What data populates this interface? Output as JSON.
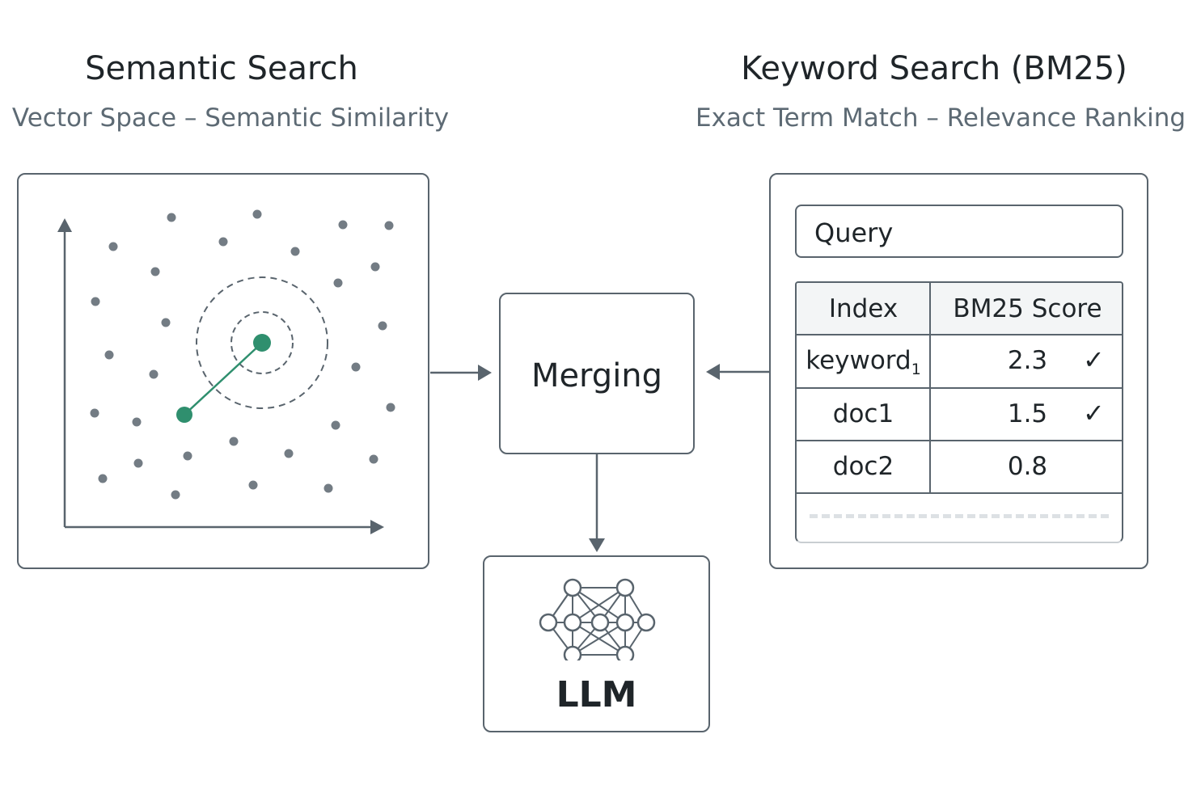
{
  "semantic": {
    "title": "Semantic Search",
    "subtitle": "Vector Space – Semantic Similarity"
  },
  "keyword": {
    "title": "Keyword Search (BM25)",
    "subtitle": "Exact Term Match – Relevance Ranking",
    "query_label": "Query",
    "table": {
      "headers": [
        "Index",
        "BM25 Score"
      ],
      "rows": [
        {
          "index": "keyword",
          "index_sub": "1",
          "score": "2.3",
          "check": "✓"
        },
        {
          "index": "doc1",
          "index_sub": "",
          "score": "1.5",
          "check": "✓"
        },
        {
          "index": "doc2",
          "index_sub": "",
          "score": "0.8",
          "check": ""
        }
      ]
    }
  },
  "merging": {
    "label": "Merging"
  },
  "llm": {
    "label": "LLM",
    "icon": "neural-network-icon"
  },
  "colors": {
    "accent": "#2f8f6e",
    "stroke": "#59646d",
    "dot": "#737c84",
    "subtitle": "#5d6a74"
  }
}
